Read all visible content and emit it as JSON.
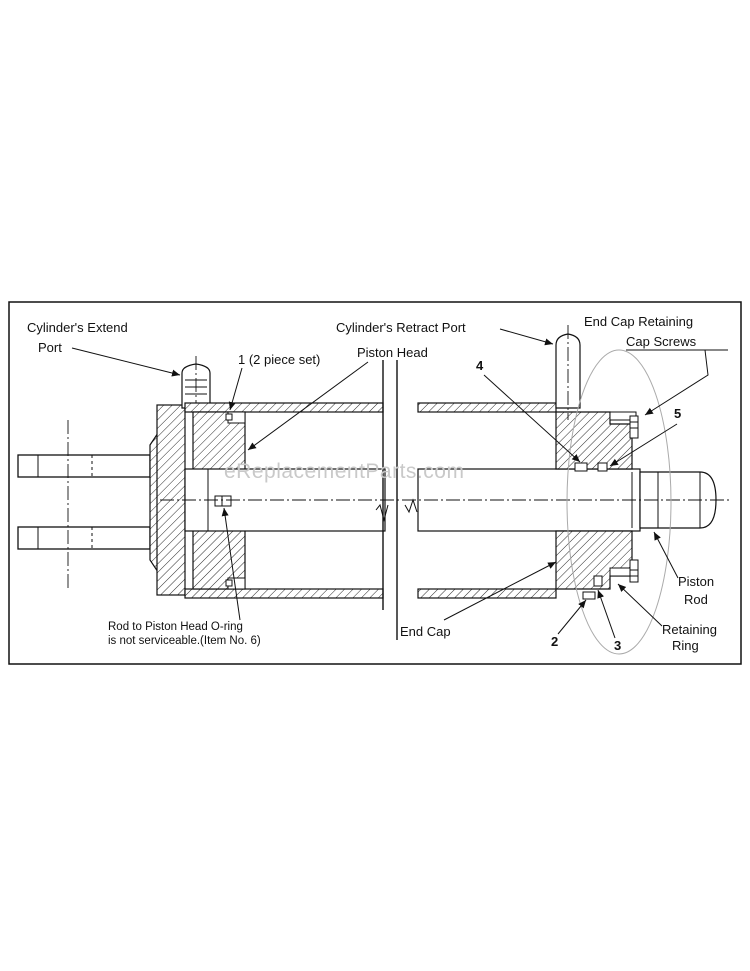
{
  "labels": {
    "extend_port_1": "Cylinder's Extend",
    "extend_port_2": "Port",
    "item1": "1 (2 piece set)",
    "piston_head": "Piston Head",
    "retract_port": "Cylinder's Retract Port",
    "end_cap_screws_1": "End Cap Retaining",
    "end_cap_screws_2": "Cap Screws",
    "item4": "4",
    "item5": "5",
    "oring_note_1": "Rod to Piston Head O-ring",
    "oring_note_2": "is not serviceable.(Item No. 6)",
    "end_cap": "End Cap",
    "item2": "2",
    "item3": "3",
    "piston_rod_1": "Piston",
    "piston_rod_2": "Rod",
    "retaining_ring_1": "Retaining",
    "retaining_ring_2": "Ring"
  },
  "watermark": "eReplacementParts.com"
}
